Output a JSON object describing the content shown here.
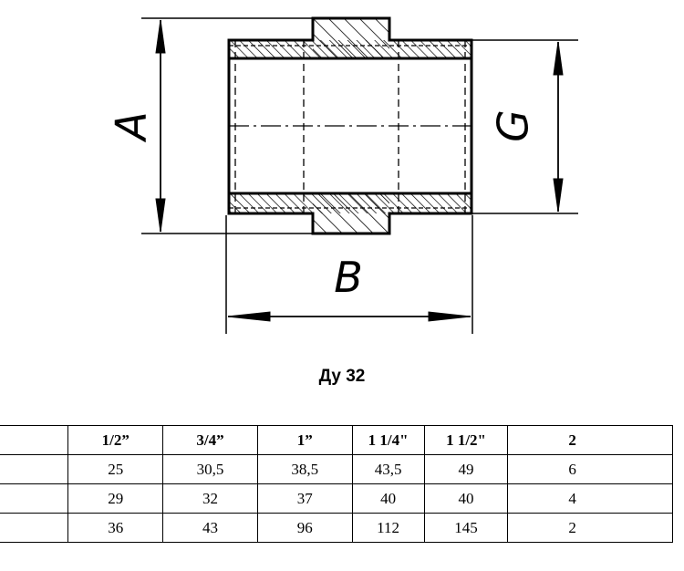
{
  "diagram": {
    "labels": {
      "A": "A",
      "B": "B",
      "G": "G"
    }
  },
  "caption": "Ду 32",
  "table": {
    "header": [
      "",
      "1/2”",
      "3/4”",
      "1”",
      "1 1/4\"",
      "1 1/2\"",
      "2"
    ],
    "rows": [
      [
        "",
        "25",
        "30,5",
        "38,5",
        "43,5",
        "49",
        "6"
      ],
      [
        "",
        "29",
        "32",
        "37",
        "40",
        "40",
        "4"
      ],
      [
        "",
        "36",
        "43",
        "96",
        "112",
        "145",
        "2"
      ]
    ]
  }
}
